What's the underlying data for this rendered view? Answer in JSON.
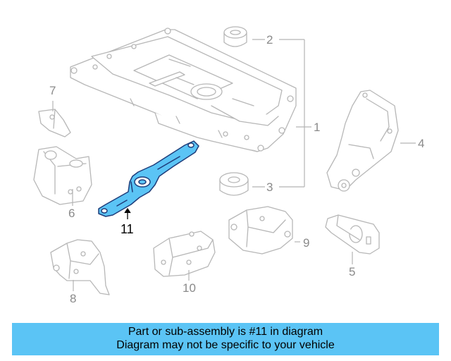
{
  "diagram": {
    "callouts": [
      "1",
      "2",
      "3",
      "4",
      "5",
      "6",
      "7",
      "8",
      "9",
      "10",
      "11"
    ],
    "selected_callout": "11",
    "highlight_color": "#5bc4f5",
    "line_color": "#b4b4b4"
  },
  "banner": {
    "line1": "Part or sub-assembly is #11 in diagram",
    "line2": "Diagram may not be specific to your vehicle",
    "background": "#5bc4f5"
  }
}
